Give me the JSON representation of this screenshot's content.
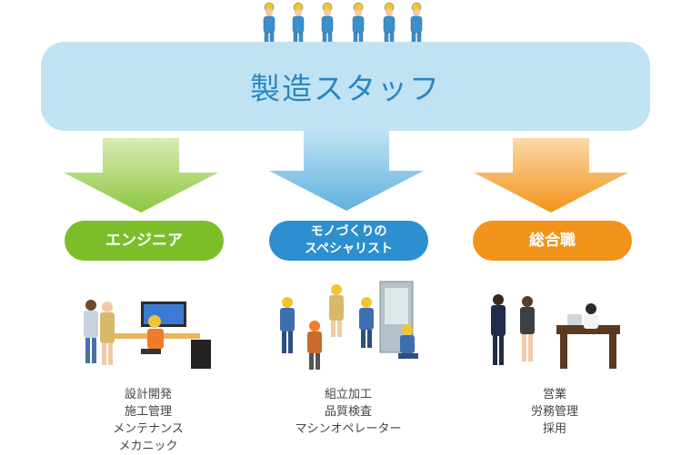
{
  "banner": {
    "title": "製造スタッフ"
  },
  "categories": [
    {
      "label_lines": [
        "エンジニア"
      ],
      "roles": [
        "設計開発",
        "施工管理",
        "メンテナンス",
        "メカニック"
      ],
      "color": "#7cbd2a"
    },
    {
      "label_lines": [
        "モノづくりの",
        "スペシャリスト"
      ],
      "roles": [
        "組立加工",
        "品質検査",
        "マシンオペレーター"
      ],
      "color": "#2c8fcf"
    },
    {
      "label_lines": [
        "総合職"
      ],
      "roles": [
        "営業",
        "労務管理",
        "採用"
      ],
      "color": "#f2931a"
    }
  ],
  "icons": [
    "worker-group-icon",
    "engineer-illustration-icon",
    "specialist-illustration-icon",
    "office-staff-illustration-icon"
  ]
}
